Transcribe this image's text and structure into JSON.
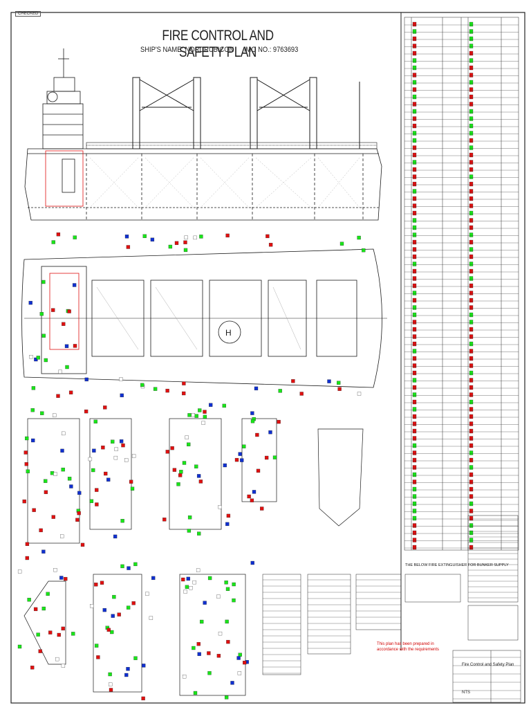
{
  "plan": {
    "title": "FIRE CONTROL AND SAFETY PLAN",
    "ship_name": "SHIP'S NAME: NORDRUBICON",
    "imo": "IMO NO.: 9763693",
    "stamp": "CHECKED",
    "bunker_note": "THE BELOW FIRE EXTINGUISHER FOR BUNKER SUPPLY",
    "red_note": "This plan has been prepared in accordance with the requirements",
    "title_block_name": "Fire Control and Safety Plan",
    "scale": "NTS"
  },
  "colors": {
    "line": "#1a1a1a",
    "green": "#19e619",
    "red": "#e01010",
    "yellow": "#ffe600",
    "blue": "#1030d0",
    "grey": "#888888"
  }
}
